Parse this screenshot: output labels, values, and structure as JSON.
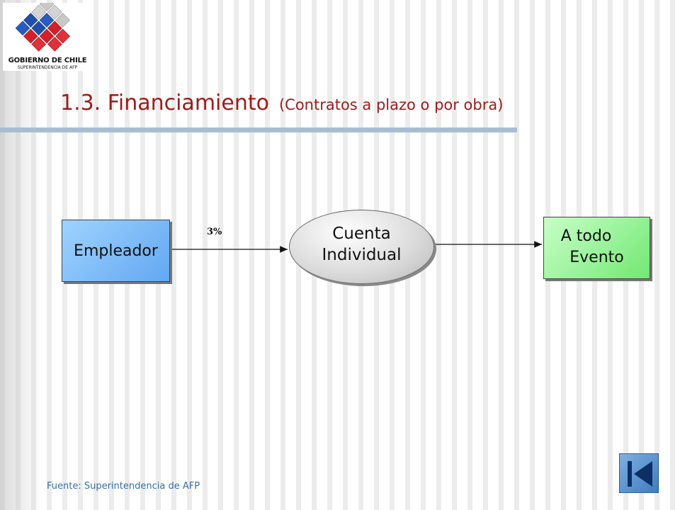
{
  "logo": {
    "line1": "GOBIERNO DE CHILE",
    "line2": "SUPERINTENDENCIA DE AFP",
    "colors": [
      "#1f4fa8",
      "#d4202a",
      "#c8c8c8"
    ]
  },
  "title": {
    "main": "1.3. Financiamiento",
    "subtitle": "(Contratos a plazo o por obra)"
  },
  "diagram": {
    "nodes": {
      "empleador": "Empleador",
      "cuenta_line1": "Cuenta",
      "cuenta_line2": "Individual",
      "evento_line1": "A todo",
      "evento_line2": "Evento"
    },
    "edges": {
      "empleador_to_cuenta": "3%"
    },
    "colors": {
      "empleador_fill": "#7fbcf7",
      "evento_fill": "#9af59a",
      "title": "#9b1c1c"
    }
  },
  "footer": {
    "source": "Fuente: Superintendencia de AFP"
  },
  "nav": {
    "icon": "skip-to-start-icon"
  }
}
